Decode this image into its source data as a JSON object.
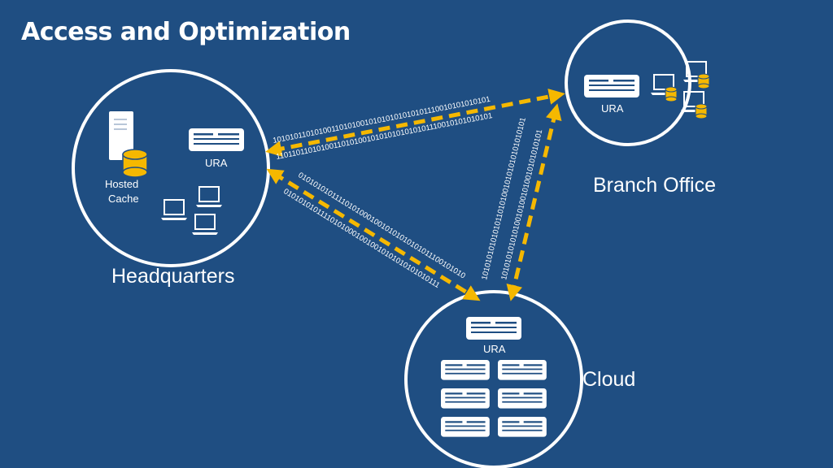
{
  "title": "Access and Optimization",
  "sites": {
    "headquarters": {
      "label": "Headquarters",
      "ura_label": "URA",
      "cache_label_line1": "Hosted",
      "cache_label_line2": "Cache"
    },
    "branch": {
      "label": "Branch Office",
      "ura_label": "URA"
    },
    "cloud": {
      "label": "Cloud",
      "ura_label": "URA"
    }
  },
  "links": {
    "hq_branch_line1": "1010101101010011010100101010101010101110010101010101",
    "hq_branch_line2": "1101101101010011010100101010101010101110010101010101",
    "hq_cloud_line1": "0101010101111010100010010101010101011100101010",
    "hq_cloud_line2": "0101010101111010100010010010101010101010111",
    "branch_cloud_line1": "101010101010101101010010101010101010101",
    "branch_cloud_line2": "101010101010100101001010010101010101"
  },
  "colors": {
    "background": "#1f4e82",
    "arrow": "#f5b800",
    "white": "#ffffff",
    "cylinder": "#f5b800"
  },
  "icons": [
    "server-icon",
    "database-icon",
    "ura-appliance-icon",
    "laptop-icon"
  ]
}
